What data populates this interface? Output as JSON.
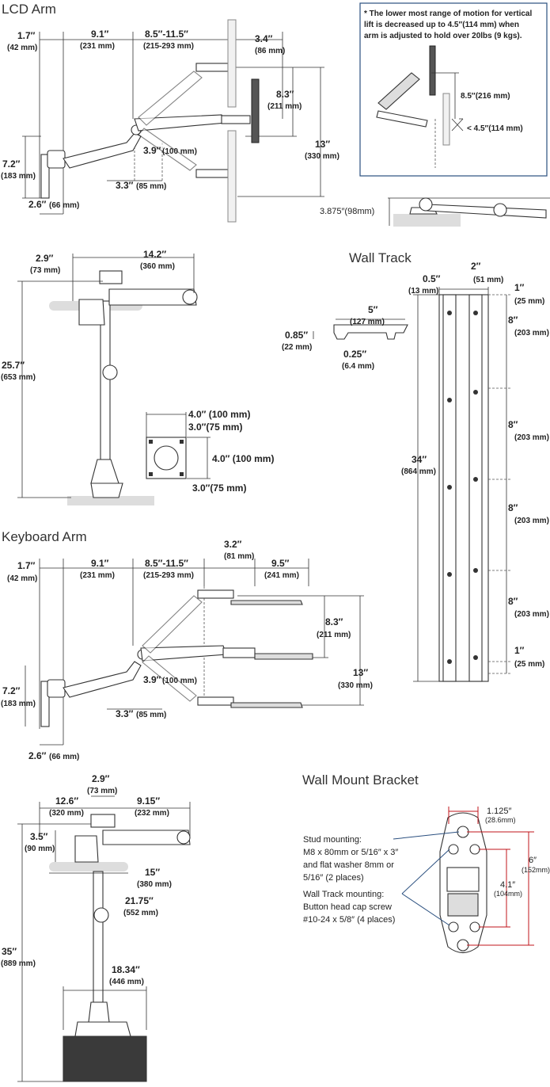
{
  "lcd_arm": {
    "title": "LCD Arm",
    "d1": "1.7″",
    "d1m": "(42 mm)",
    "d2": "9.1″",
    "d2m": "(231 mm)",
    "d3": "8.5″-11.5″",
    "d3m": "(215-293 mm)",
    "d4": "3.4″",
    "d4m": "(86 mm)",
    "d5": "8.3″",
    "d5m": "(211 mm)",
    "d6": "13″",
    "d6m": "(330 mm)",
    "d7": "7.2″",
    "d7m": "(183 mm)",
    "d8": "3.9″",
    "d8m": "(100 mm)",
    "d9": "3.3″",
    "d9m": "(85 mm)",
    "d10": "2.6″",
    "d10m": "(66 mm)"
  },
  "note": {
    "line1": "* The lower most range of motion for vertical",
    "line2": "lift is decreased up to 4.5″(114 mm)  when",
    "line3": "arm is adjusted to hold over 20lbs (9 kgs).",
    "d1": "8.5″(216 mm)",
    "d2": "< 4.5″(114 mm)"
  },
  "clamp": {
    "d1": "3.875″(98mm)"
  },
  "lcd_pole": {
    "d1": "2.9″",
    "d1m": "(73 mm)",
    "d2": "14.2″",
    "d2m": "(360 mm)",
    "d3": "25.7″",
    "d3m": "(653 mm)"
  },
  "vesa": {
    "d1": "4.0″ (100 mm)",
    "d2": "3.0″(75 mm)",
    "d3": "4.0″ (100 mm)",
    "d4": "3.0″(75 mm)"
  },
  "wall_track": {
    "title": "Wall Track",
    "d1": "0.5″",
    "d1m": "(13 mm)",
    "d2": "2″",
    "d2m": "(51 mm)",
    "d3": "1″",
    "d3m": "(25 mm)",
    "d4": "5″",
    "d4m": "(127 mm)",
    "d5": "0.85″",
    "d5m": "(22 mm)",
    "d6": "0.25″",
    "d6m": "(6.4 mm)",
    "d7": "34″",
    "d7m": "(864 mm)",
    "d8": "8″",
    "d8m": "(203 mm)",
    "d9": "8″",
    "d9m": "(203 mm)",
    "d10": "8″",
    "d10m": "(203 mm)",
    "d11": "8″",
    "d11m": "(203 mm)",
    "d12": "1″",
    "d12m": "(25 mm)"
  },
  "keyboard_arm": {
    "title": "Keyboard Arm",
    "d1": "1.7″",
    "d1m": "(42 mm)",
    "d2": "9.1″",
    "d2m": "(231 mm)",
    "d3": "8.5″-11.5″",
    "d3m": "(215-293 mm)",
    "d4": "3.2″",
    "d4m": "(81 mm)",
    "d5": "9.5″",
    "d5m": "(241 mm)",
    "d6": "8.3″",
    "d6m": "(211 mm)",
    "d7": "13″",
    "d7m": "(330 mm)",
    "d8": "7.2″",
    "d8m": "(183 mm)",
    "d9": "3.9″",
    "d9m": "(100 mm)",
    "d10": "3.3″",
    "d10m": "(85 mm)",
    "d11": "2.6″",
    "d11m": "(66 mm)"
  },
  "kb_pole": {
    "d1": "2.9″",
    "d1m": "(73 mm)",
    "d2": "12.6″",
    "d2m": "(320 mm)",
    "d3": "9.15″",
    "d3m": "(232 mm)",
    "d4": "3.5″",
    "d4m": "(90 mm)",
    "d5": "15″",
    "d5m": "(380 mm)",
    "d6": "21.75″",
    "d6m": "(552 mm)",
    "d7": "35″",
    "d7m": "(889 mm)",
    "d8": "18.34″",
    "d8m": "(446 mm)"
  },
  "bracket": {
    "title": "Wall Mount Bracket",
    "s1": "Stud mounting:",
    "s2": "M8 x 80mm or 5/16″ x 3″",
    "s3": "and flat washer 8mm or",
    "s4": "5/16″ (2 places)",
    "w1": "Wall Track mounting:",
    "w2": "Button head cap screw",
    "w3": "#10-24 x 5/8″ (4 places)",
    "d1": "1.125″",
    "d1m": "(28.6mm)",
    "d2": "6″",
    "d2m": "(152mm)",
    "d3": "4.1″",
    "d3m": "(104mm)"
  },
  "colors": {
    "dimension_red": "#c0141b",
    "leader_blue": "#2a4f7f"
  }
}
